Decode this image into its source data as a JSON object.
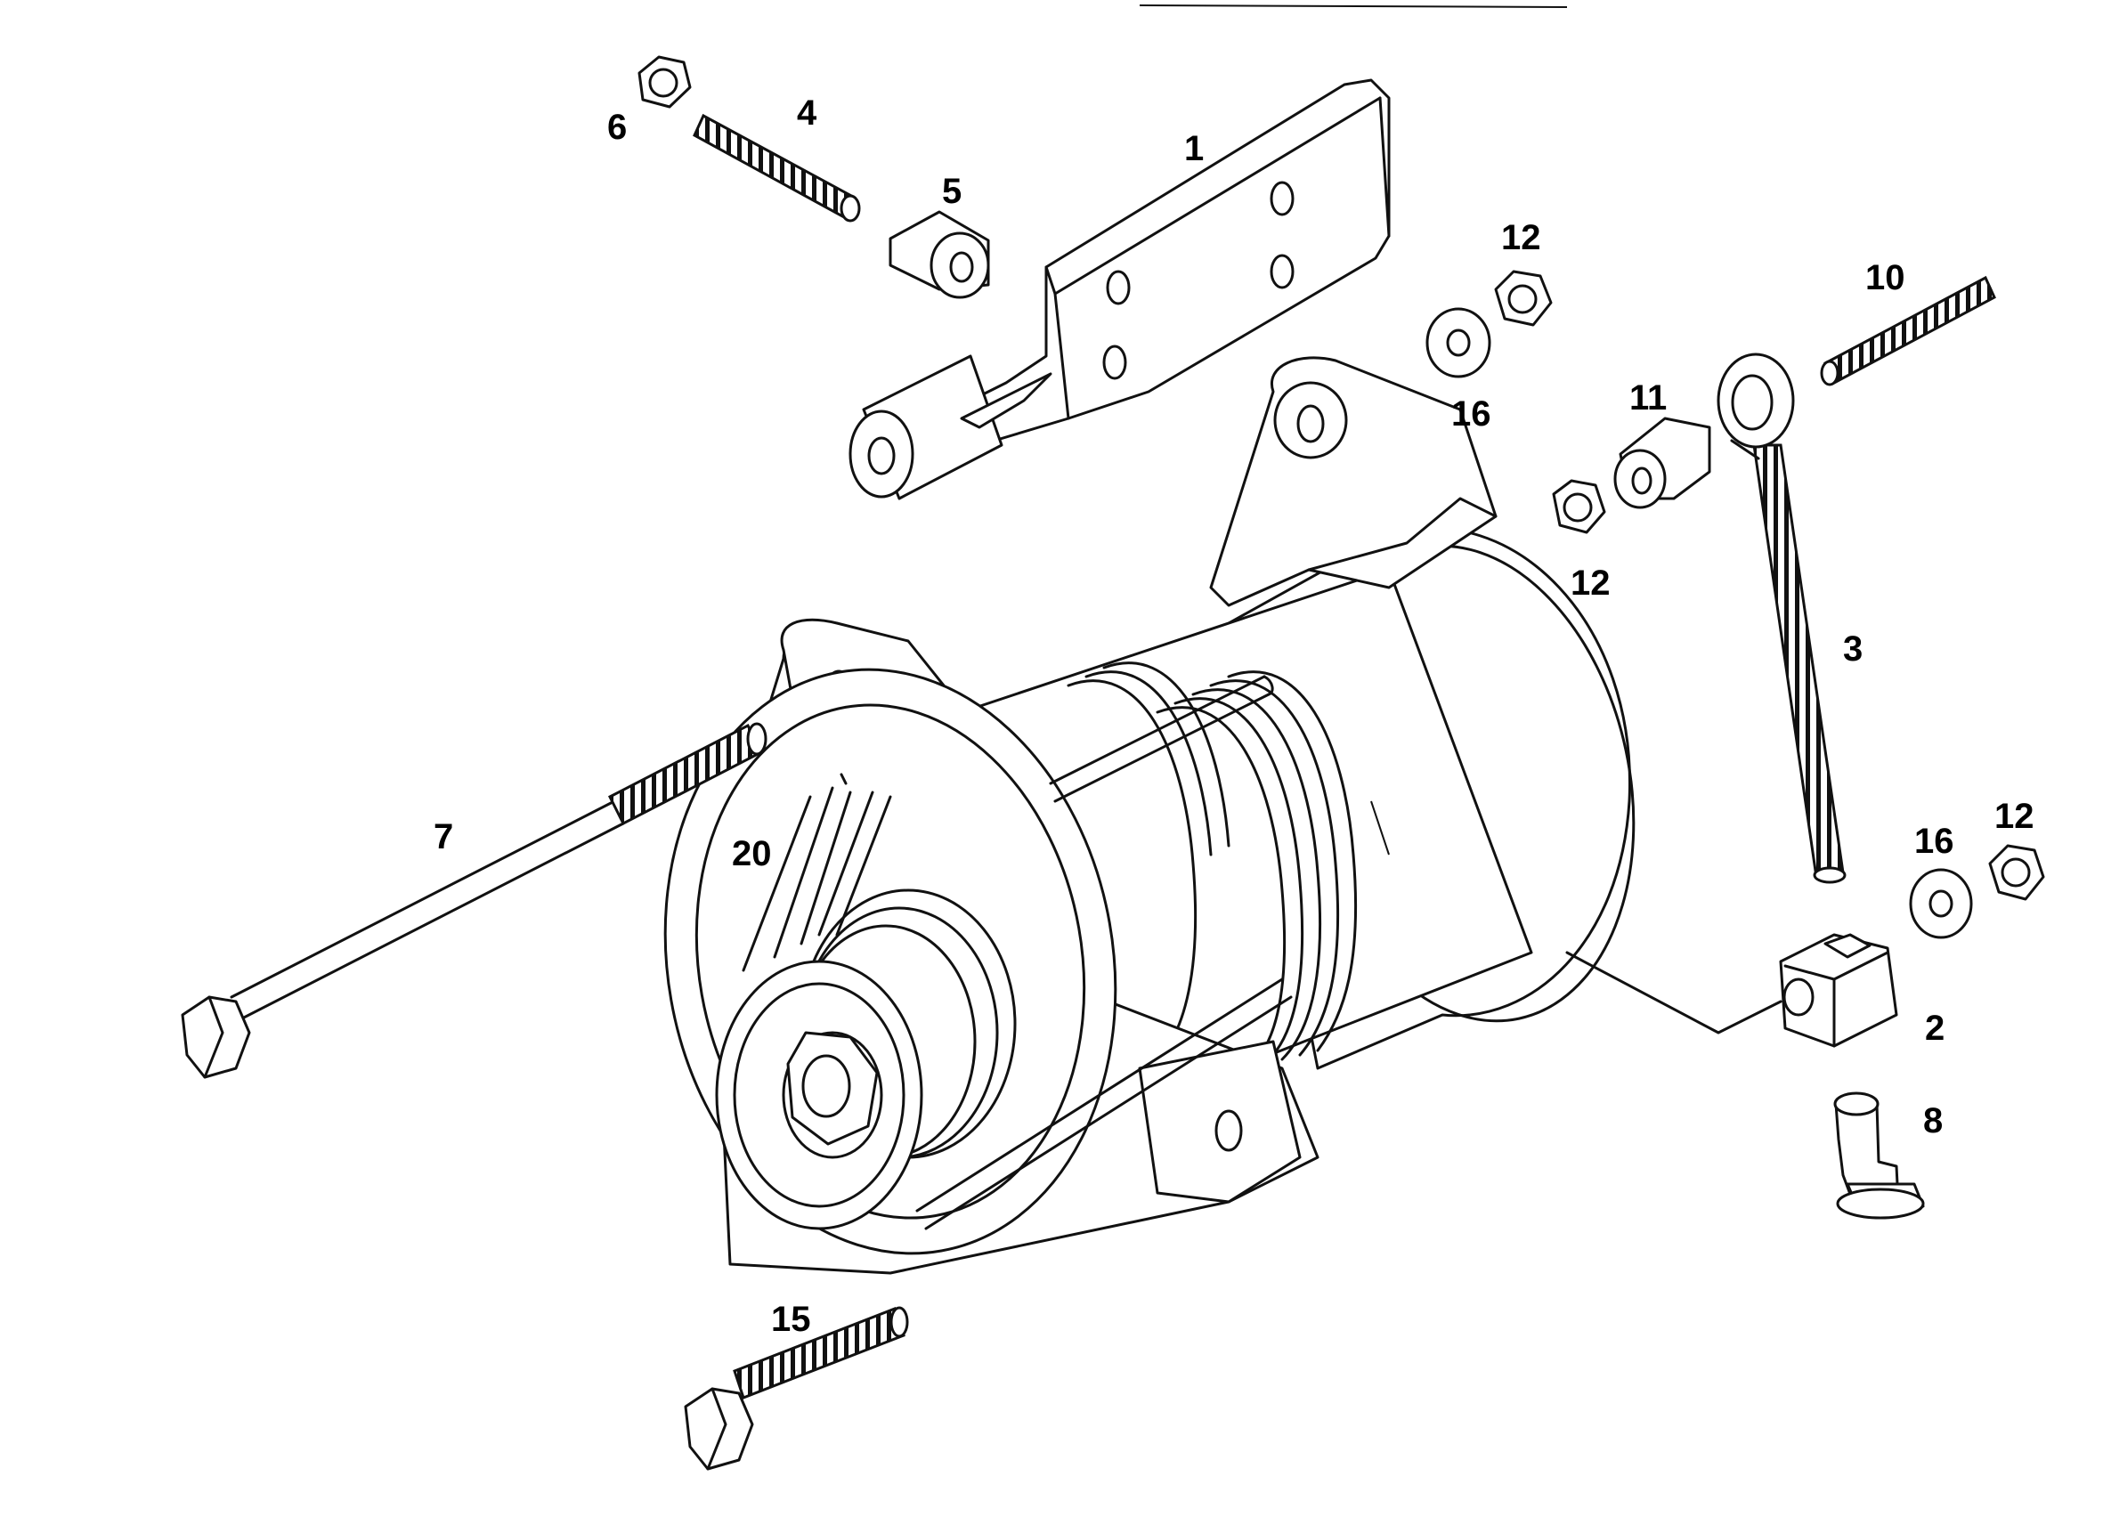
{
  "callouts": {
    "c1": "1",
    "c2": "2",
    "c3": "3",
    "c4": "4",
    "c5": "5",
    "c6": "6",
    "c7": "7",
    "c8": "8",
    "c10": "10",
    "c11": "11",
    "c12a": "12",
    "c12b": "12",
    "c12c": "12",
    "c15": "15",
    "c16a": "16",
    "c16b": "16",
    "c20": "20"
  }
}
